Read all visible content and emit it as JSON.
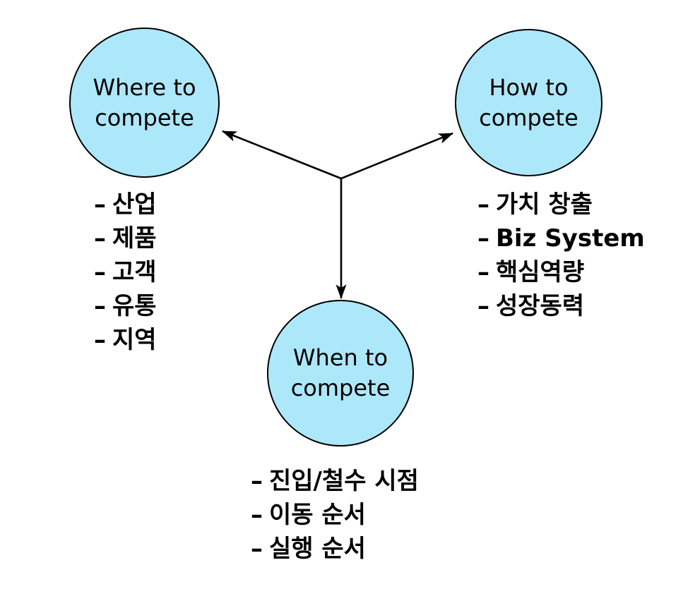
{
  "diagram": {
    "type": "radial-three-node-strategy-diagram",
    "accent_fill": "#ade8fa",
    "stroke_color": "#000000",
    "background": "#ffffff",
    "nodes": [
      {
        "id": "where",
        "label_line1": "Where to",
        "label_line2": "compete",
        "position": "top-left",
        "bullets": [
          "산업",
          "제품",
          "고객",
          "유통",
          "지역"
        ]
      },
      {
        "id": "how",
        "label_line1": "How to",
        "label_line2": "compete",
        "position": "top-right",
        "bullets": [
          "가치 창출",
          "Biz System",
          "핵심역량",
          "성장동력"
        ]
      },
      {
        "id": "when",
        "label_line1": "When to",
        "label_line2": "compete",
        "position": "bottom-center",
        "bullets": [
          "진입/철수 시점",
          "이동 순서",
          "실행 순서"
        ]
      }
    ],
    "connectors": [
      {
        "from": "hub",
        "to": "where",
        "style": "single-arrow"
      },
      {
        "from": "hub",
        "to": "how",
        "style": "single-arrow"
      },
      {
        "from": "hub",
        "to": "when",
        "style": "single-arrow"
      }
    ],
    "bullet_marker": "–"
  }
}
